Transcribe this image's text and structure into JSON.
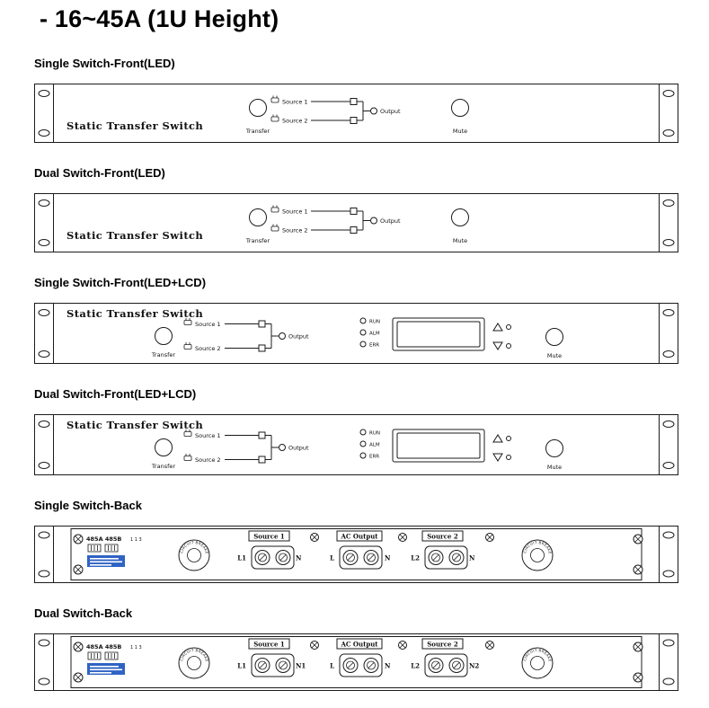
{
  "title": "- 16~45A (1U Height)",
  "sections": {
    "s1": "Single Switch-Front(LED)",
    "s2": "Dual Switch-Front(LED)",
    "s3": "Single Switch-Front(LED+LCD)",
    "s4": "Dual Switch-Front(LED+LCD)",
    "s5": "Single Switch-Back",
    "s6": "Dual Switch-Back"
  },
  "front": {
    "device": "Static Transfer Switch",
    "transfer": "Transfer",
    "source1": "Source 1",
    "source2": "Source 2",
    "output": "Output",
    "mute": "Mute",
    "leds": {
      "run": "RUN",
      "alm": "ALM",
      "err": "ERR"
    }
  },
  "back": {
    "comm": "485A 485B",
    "dip": "1 1 3",
    "breaker": "CIRCUIT BREAKER",
    "groups": {
      "source1": "Source 1",
      "ac_output": "AC Output",
      "source2": "Source 2"
    },
    "single": {
      "s1l": "L1",
      "s1n": "N",
      "aol": "L",
      "aon": "N",
      "s2l": "L2",
      "s2n": "N"
    },
    "dual": {
      "s1l": "L1",
      "s1n": "N1",
      "aol": "L",
      "aon": "N",
      "s2l": "L2",
      "s2n": "N2"
    }
  },
  "colors": {
    "spec_label": "#2f63c4"
  }
}
